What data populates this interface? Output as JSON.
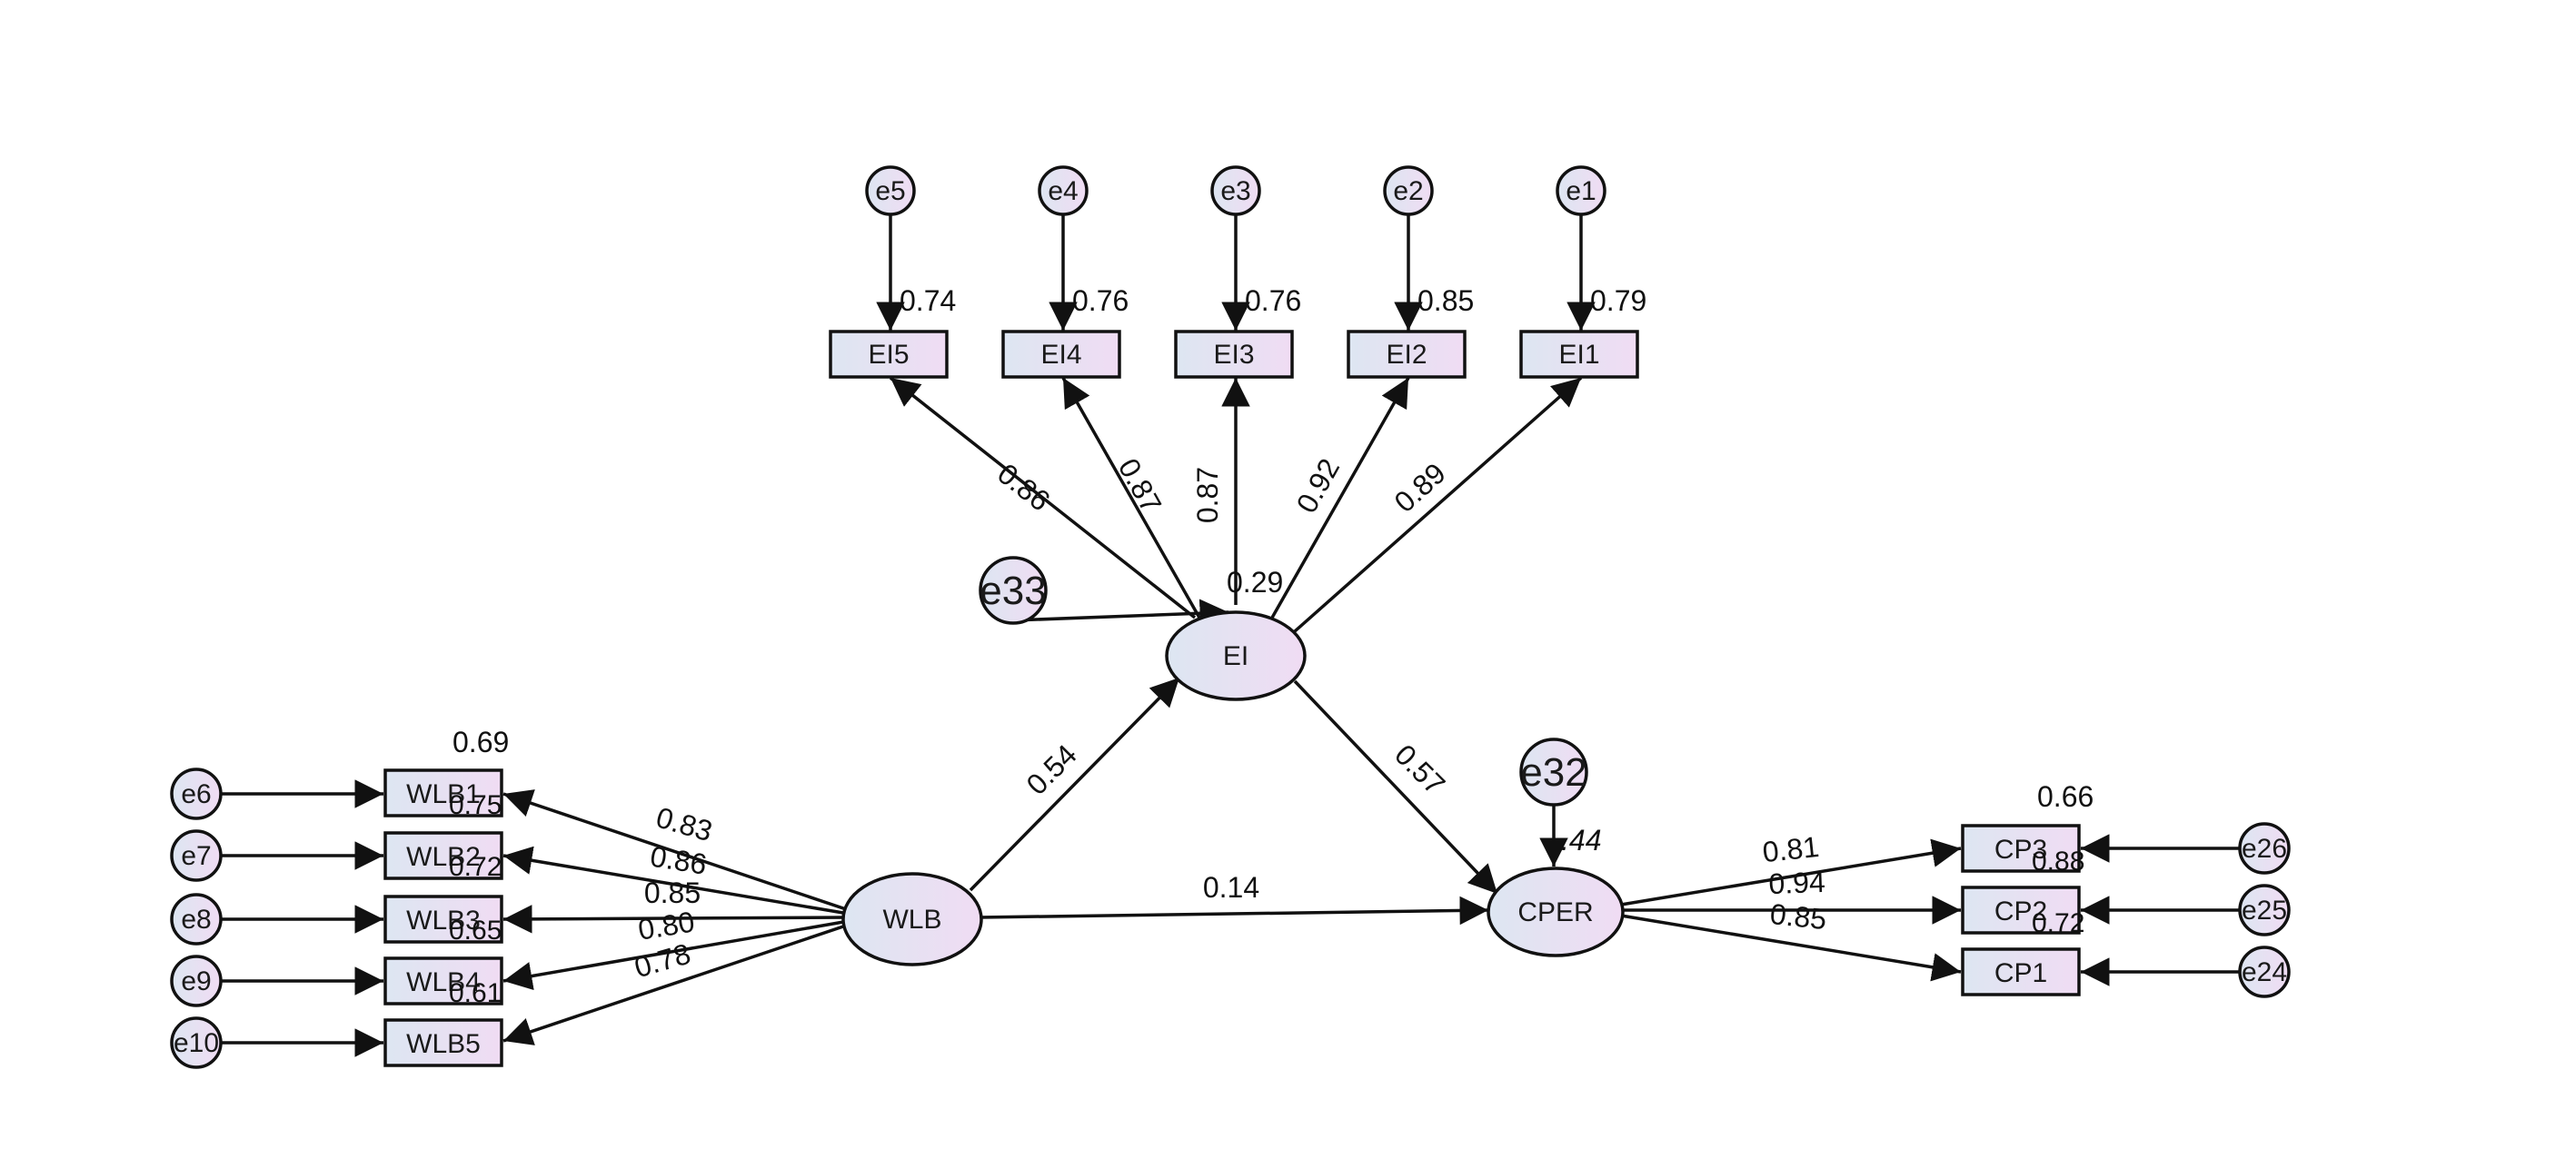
{
  "diagram": {
    "colors": {
      "fill_start": "#dde6f2",
      "fill_end": "#f0dcf3",
      "stroke": "#111111",
      "text": "#1a1a1a"
    },
    "nodes": {
      "EI": "EI",
      "WLB": "WLB",
      "CPER": "CPER",
      "EI5": "EI5",
      "EI4": "EI4",
      "EI3": "EI3",
      "EI2": "EI2",
      "EI1": "EI1",
      "WLB1": "WLB1",
      "WLB2": "WLB2",
      "WLB3": "WLB3",
      "WLB4": "WLB4",
      "WLB5": "WLB5",
      "CP3": "CP3",
      "CP2": "CP2",
      "CP1": "CP1",
      "e1": "e1",
      "e2": "e2",
      "e3": "e3",
      "e4": "e4",
      "e5": "e5",
      "e6": "e6",
      "e7": "e7",
      "e8": "e8",
      "e9": "e9",
      "e10": "e10",
      "e24": "e24",
      "e25": "e25",
      "e26": "e26",
      "e32": "e32",
      "e33": "e33"
    },
    "paths": {
      "WLB_EI": "0.54",
      "EI_CPER": "0.57",
      "WLB_CPER": "0.14"
    },
    "loadings": {
      "EI_EI5": "0.86",
      "EI_EI4": "0.87",
      "EI_EI3": "0.87",
      "EI_EI2": "0.92",
      "EI_EI1": "0.89",
      "WLB_WLB1": "0.83",
      "WLB_WLB2": "0.86",
      "WLB_WLB3": "0.85",
      "WLB_WLB4": "0.80",
      "WLB_WLB5": "0.78",
      "CPER_CP3": "0.81",
      "CPER_CP2": "0.94",
      "CPER_CP1": "0.85"
    },
    "r2": {
      "EI5": "0.74",
      "EI4": "0.76",
      "EI3": "0.76",
      "EI2": "0.85",
      "EI1": "0.79",
      "WLB1": "0.69",
      "WLB2": "0.75",
      "WLB3": "0.72",
      "WLB4": "0.65",
      "WLB5": "0.61",
      "CP3": "0.66",
      "CP2": "0.88",
      "CP1": "0.72",
      "EI": "0.29",
      "CPER": ".44"
    }
  }
}
